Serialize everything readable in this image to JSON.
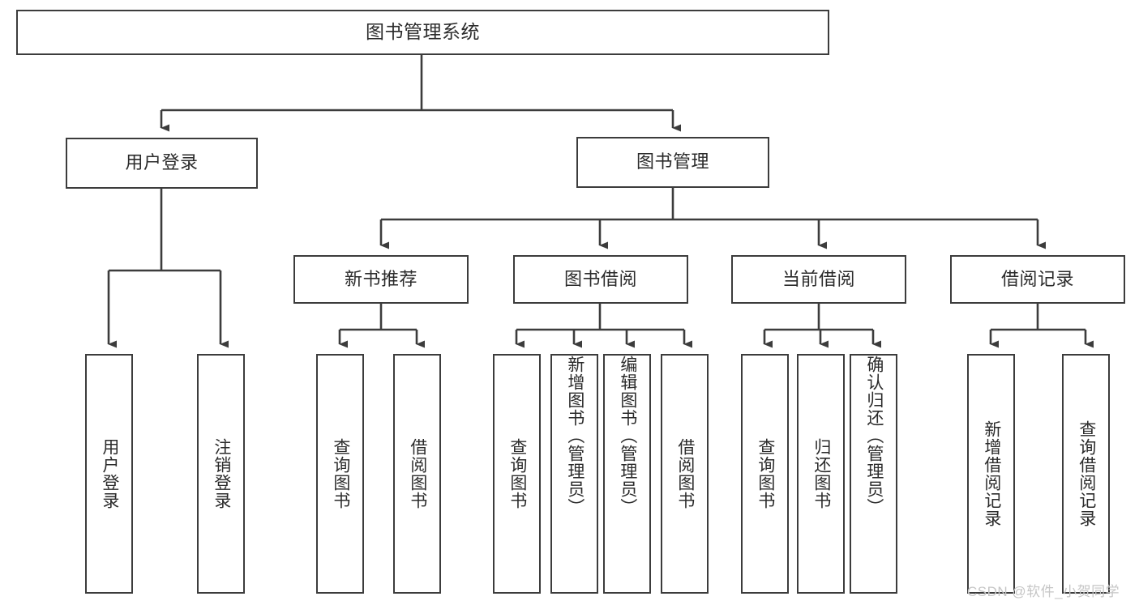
{
  "diagram": {
    "type": "tree-hierarchy-chart",
    "orientation": "top-down",
    "colors": {
      "background": "#ffffff",
      "box_border": "#3c3c3c",
      "box_fill": "#ffffff",
      "connector": "#3c3c3c",
      "text": "#2b2b2b",
      "watermark": "#c6c6c6"
    },
    "root": {
      "label": "图书管理系统"
    },
    "level2": [
      {
        "label": "用户登录"
      },
      {
        "label": "图书管理"
      }
    ],
    "level3": [
      {
        "label": "新书推荐"
      },
      {
        "label": "图书借阅"
      },
      {
        "label": "当前借阅"
      },
      {
        "label": "借阅记录"
      }
    ],
    "leaves": {
      "user_login": [
        {
          "label": "用户登录"
        },
        {
          "label": "注销登录"
        }
      ],
      "new_book_recommend": [
        {
          "label": "查询图书"
        },
        {
          "label": "借阅图书"
        }
      ],
      "book_borrow": [
        {
          "label": "查询图书"
        },
        {
          "label": "新增图书（管理员）"
        },
        {
          "label": "编辑图书（管理员）"
        },
        {
          "label": "借阅图书"
        }
      ],
      "current_borrow": [
        {
          "label": "查询图书"
        },
        {
          "label": "归还图书"
        },
        {
          "label": "确认归还（管理员）"
        }
      ],
      "borrow_record": [
        {
          "label": "新增借阅记录"
        },
        {
          "label": "查询借阅记录"
        }
      ]
    },
    "watermark": "CSDN @软件_小贺同学"
  }
}
